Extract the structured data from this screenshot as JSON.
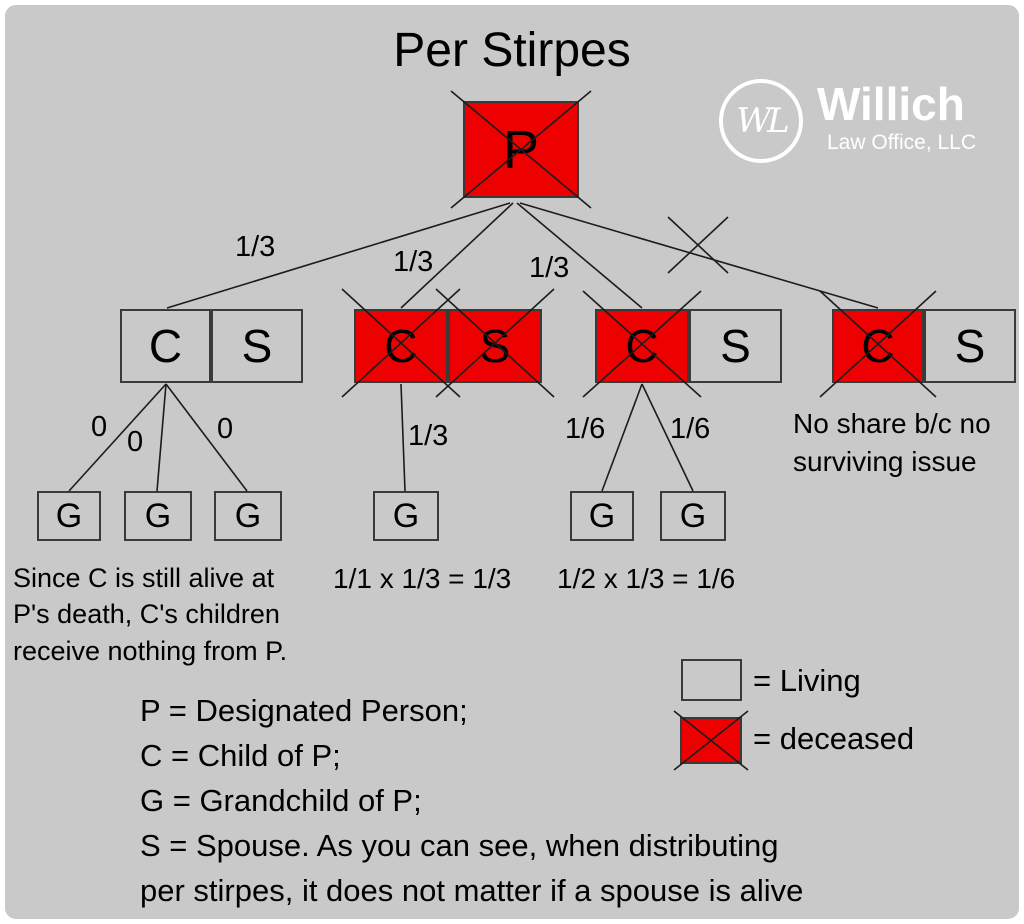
{
  "title": "Per Stirpes",
  "logo": {
    "monogram": "WL",
    "name": "Willich",
    "subtitle": "Law Office, LLC"
  },
  "colors": {
    "background": "#c9c9c9",
    "deceased_red": "#ee0000",
    "line": "#1c1c1c"
  },
  "tree": {
    "root": {
      "label": "P",
      "status": "deceased"
    },
    "branch_shares": [
      "1/3",
      "1/3",
      "1/3"
    ],
    "families": [
      {
        "child": "C",
        "child_status": "living",
        "spouse": "S",
        "spouse_status": "living",
        "grandchildren": [
          {
            "label": "G",
            "share": "0"
          },
          {
            "label": "G",
            "share": "0"
          },
          {
            "label": "G",
            "share": "0"
          }
        ],
        "note": "Since C is still alive at\nP's death, C's children\nreceive nothing from P."
      },
      {
        "child": "C",
        "child_status": "deceased",
        "spouse": "S",
        "spouse_status": "deceased",
        "grandchildren": [
          {
            "label": "G",
            "share": "1/3"
          }
        ],
        "note": "1/1 x 1/3 = 1/3"
      },
      {
        "child": "C",
        "child_status": "deceased",
        "spouse": "S",
        "spouse_status": "living",
        "grandchildren": [
          {
            "label": "G",
            "share": "1/6"
          },
          {
            "label": "G",
            "share": "1/6"
          }
        ],
        "note": "1/2 x 1/3 = 1/6"
      },
      {
        "child": "C",
        "child_status": "deceased",
        "spouse": "S",
        "spouse_status": "living",
        "grandchildren": [],
        "note": "No share b/c no\nsurviving issue"
      }
    ]
  },
  "legend": {
    "living": "= Living",
    "deceased": "= deceased"
  },
  "footer": {
    "lines": [
      "P = Designated Person;",
      "C = Child of P;",
      "G = Grandchild of P;",
      "S = Spouse. As you can see, when distributing",
      "per stirpes, it does not matter if a spouse is alive"
    ]
  }
}
